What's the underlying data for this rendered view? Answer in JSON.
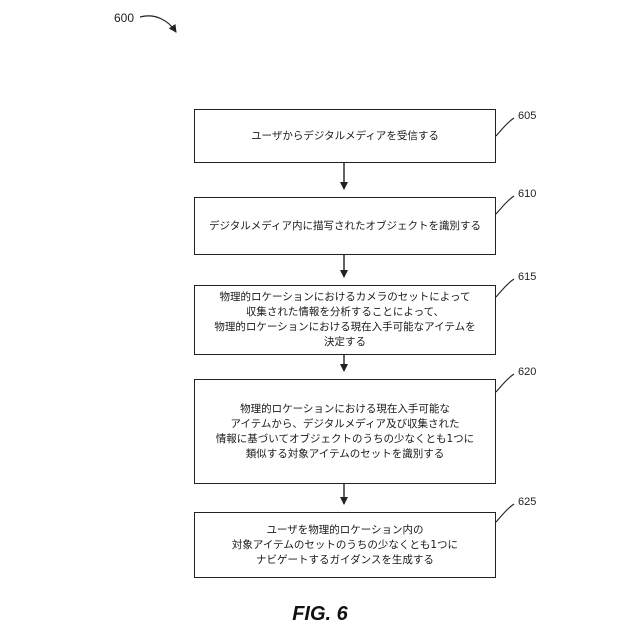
{
  "figure": {
    "number": "600",
    "caption": "FIG. 6"
  },
  "steps": [
    {
      "ref": "605",
      "text": "ユーザからデジタルメディアを受信する"
    },
    {
      "ref": "610",
      "text": "デジタルメディア内に描写されたオブジェクトを識別する"
    },
    {
      "ref": "615",
      "text": "物理的ロケーションにおけるカメラのセットによって\n収集された情報を分析することによって、\n物理的ロケーションにおける現在入手可能なアイテムを\n決定する"
    },
    {
      "ref": "620",
      "text": "物理的ロケーションにおける現在入手可能な\nアイテムから、デジタルメディア及び収集された\n情報に基づいてオブジェクトのうちの少なくとも1つに\n類似する対象アイテムのセットを識別する"
    },
    {
      "ref": "625",
      "text": "ユーザを物理的ロケーション内の\n対象アイテムのセットのうちの少なくとも1つに\nナビゲートするガイダンスを生成する"
    }
  ]
}
